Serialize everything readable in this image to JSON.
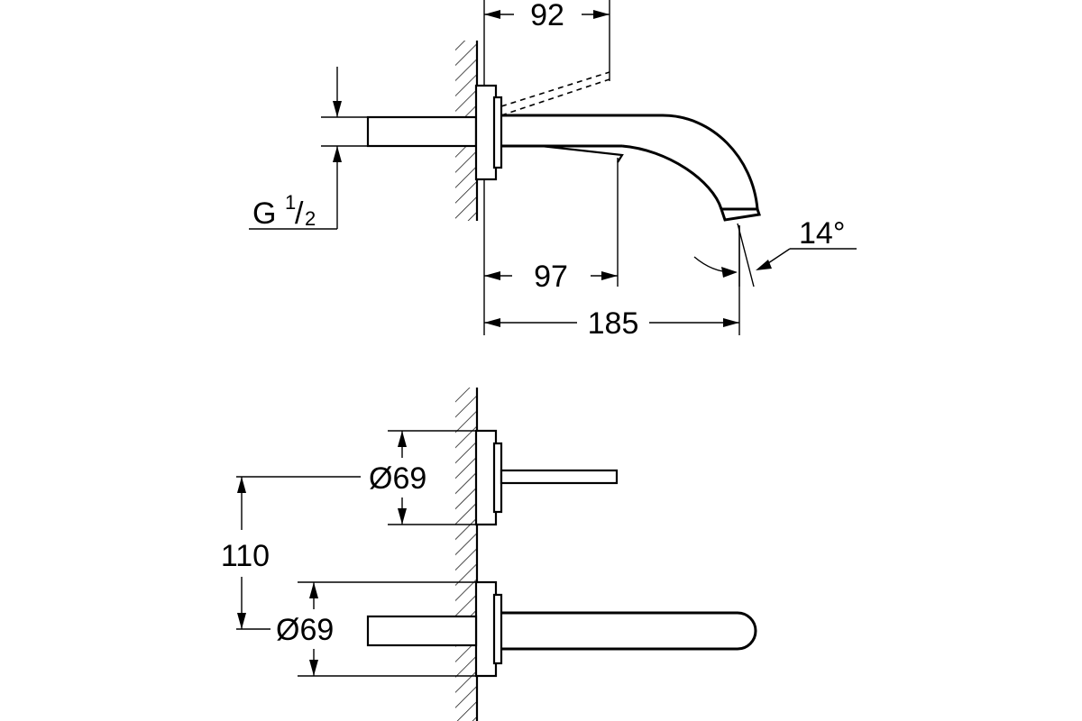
{
  "side_view": {
    "dim_outlet_projection": "92",
    "dim_body_depth": "97",
    "dim_total_reach": "185",
    "dim_angle": "14°",
    "thread_prefix": "G",
    "thread_numerator": "1",
    "thread_slash": "/",
    "thread_denominator": "2"
  },
  "front_view": {
    "dim_upper_rosette": "Ø69",
    "dim_lower_rosette": "Ø69",
    "dim_centre_distance": "110"
  }
}
